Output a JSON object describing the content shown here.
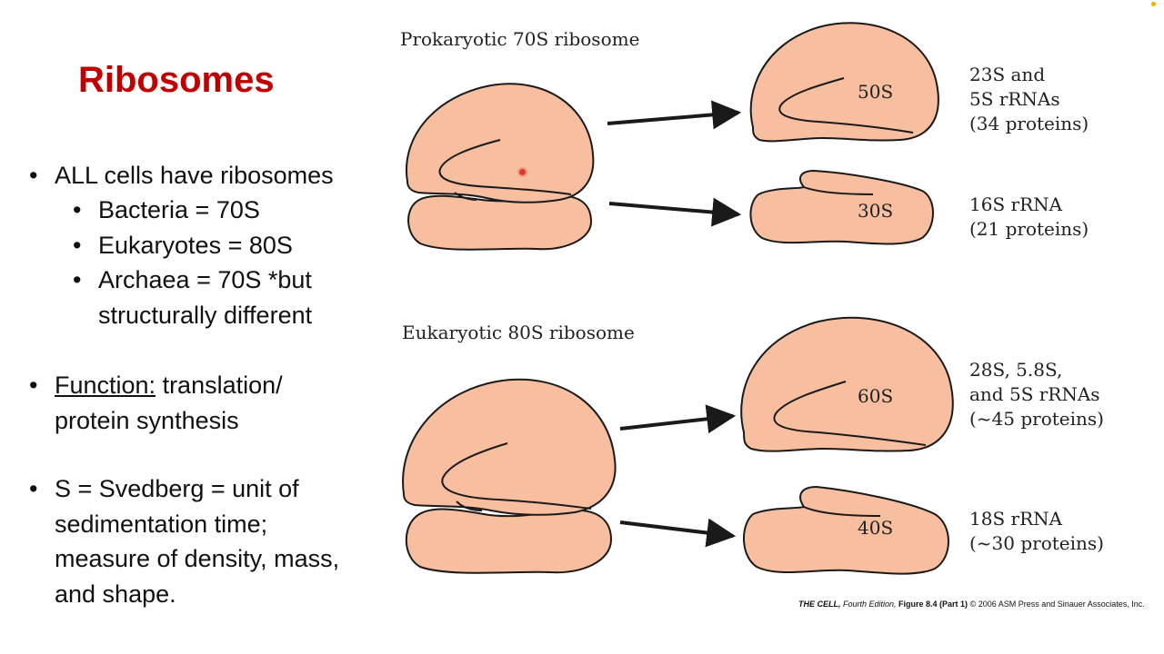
{
  "slide": {
    "title": "Ribosomes",
    "bullets": {
      "all_cells": "ALL cells have ribosomes",
      "bacteria": "Bacteria = 70S",
      "eukaryotes": "Eukaryotes = 80S",
      "archaea_line1": "Archaea = 70S *but",
      "archaea_line2": "structurally different",
      "function_label": "Function:",
      "function_line1_rest": " translation/",
      "function_line2": "protein synthesis",
      "svedberg_line1": "S = Svedberg = unit of",
      "svedberg_line2": "sedimentation time;",
      "svedberg_line3": "measure of density, mass,",
      "svedberg_line4": "and shape."
    }
  },
  "diagram": {
    "prokaryotic": {
      "title": "Prokaryotic 70S ribosome",
      "large_subunit": "50S",
      "small_subunit": "30S",
      "large_desc": [
        "23S and",
        "5S rRNAs",
        "(34 proteins)"
      ],
      "small_desc": [
        "16S rRNA",
        "(21 proteins)"
      ]
    },
    "eukaryotic": {
      "title": "Eukaryotic 80S ribosome",
      "large_subunit": "60S",
      "small_subunit": "40S",
      "large_desc": [
        "28S, 5.8S,",
        "and 5S rRNAs",
        "(~45 proteins)"
      ],
      "small_desc": [
        "18S rRNA",
        "(~30 proteins)"
      ]
    },
    "colors": {
      "ribosome_fill": "#f8bea0",
      "outline": "#1a1a1a",
      "title_red": "#c00000"
    }
  },
  "credit": {
    "book": "THE CELL,",
    "edition": " Fourth Edition,",
    "figure": " Figure 8.4 (Part 1)",
    "copyright": " © 2006 ASM Press and Sinauer Associates, Inc."
  }
}
